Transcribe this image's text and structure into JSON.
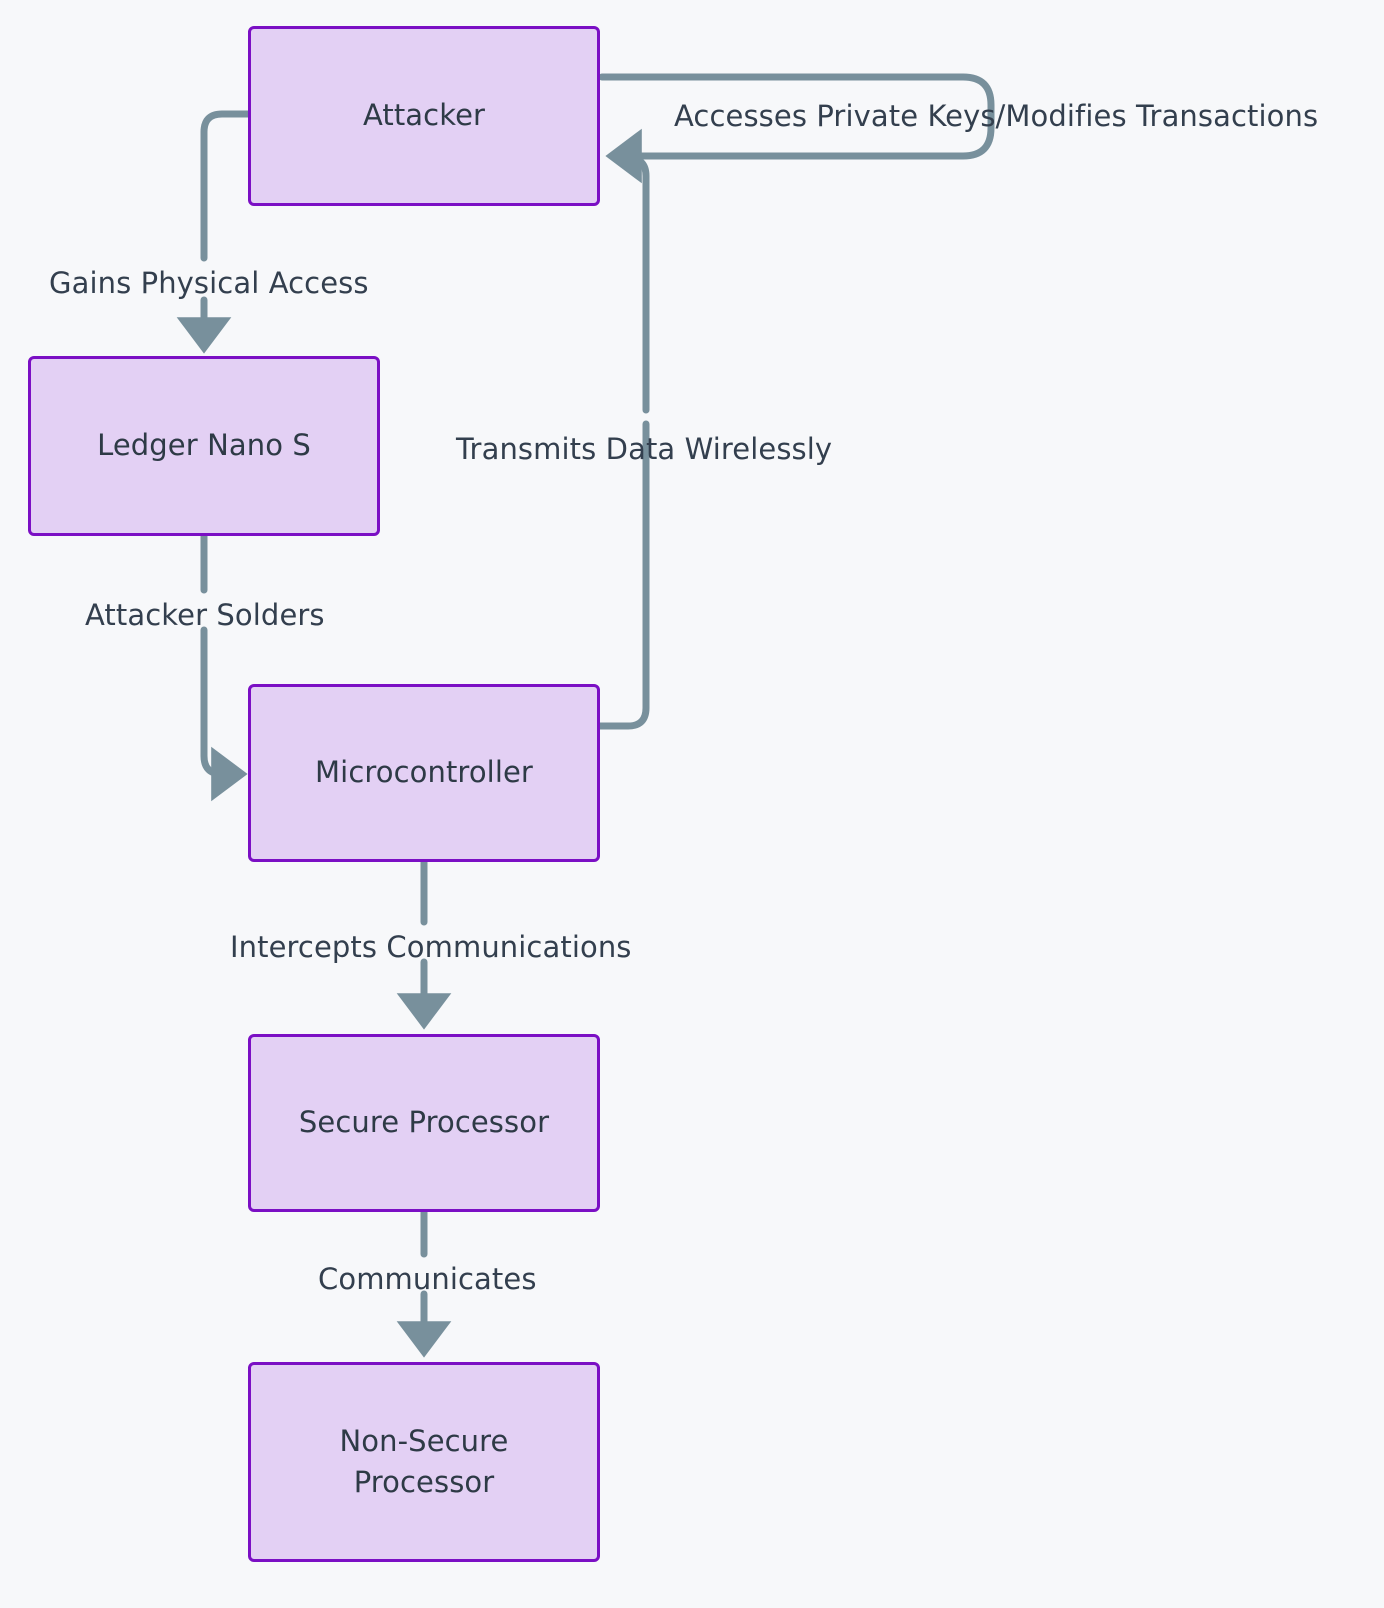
{
  "diagram": {
    "title": "Ledger Nano S hardware implant attack flow",
    "background_color": "#f7f8fa",
    "node_fill": "#e3d0f4",
    "node_border": "#7b0fc4",
    "node_text_color": "#2e3a46",
    "edge_color": "#78909c",
    "edge_label_color": "#333f4e",
    "type": "flowchart",
    "direction": "top-down",
    "nodes": [
      {
        "id": "attacker",
        "label": "Attacker"
      },
      {
        "id": "ledger",
        "label": "Ledger Nano S"
      },
      {
        "id": "microcontroller",
        "label": "Microcontroller"
      },
      {
        "id": "secure",
        "label": "Secure Processor"
      },
      {
        "id": "nonsecure",
        "label": "Non-Secure\nProcessor"
      }
    ],
    "edges": [
      {
        "from": "attacker",
        "to": "attacker",
        "label": "Accesses Private Keys/Modifies Transactions"
      },
      {
        "from": "attacker",
        "to": "ledger",
        "label": "Gains Physical Access"
      },
      {
        "from": "microcontroller",
        "to": "attacker",
        "label": "Transmits Data Wirelessly"
      },
      {
        "from": "ledger",
        "to": "microcontroller",
        "label": "Attacker Solders"
      },
      {
        "from": "microcontroller",
        "to": "secure",
        "label": "Intercepts Communications"
      },
      {
        "from": "secure",
        "to": "nonsecure",
        "label": "Communicates"
      }
    ]
  }
}
